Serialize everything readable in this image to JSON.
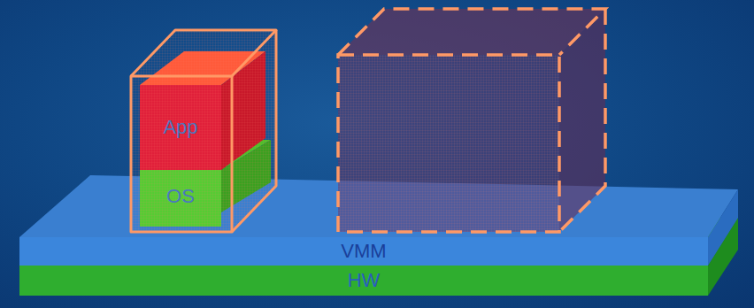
{
  "diagram": {
    "nodes": [
      {
        "text": [
          "App"
        ]
      },
      {
        "text": [
          "OS"
        ]
      },
      {
        "text": [
          "VMM"
        ]
      },
      {
        "text": [
          "HW"
        ]
      }
    ]
  }
}
